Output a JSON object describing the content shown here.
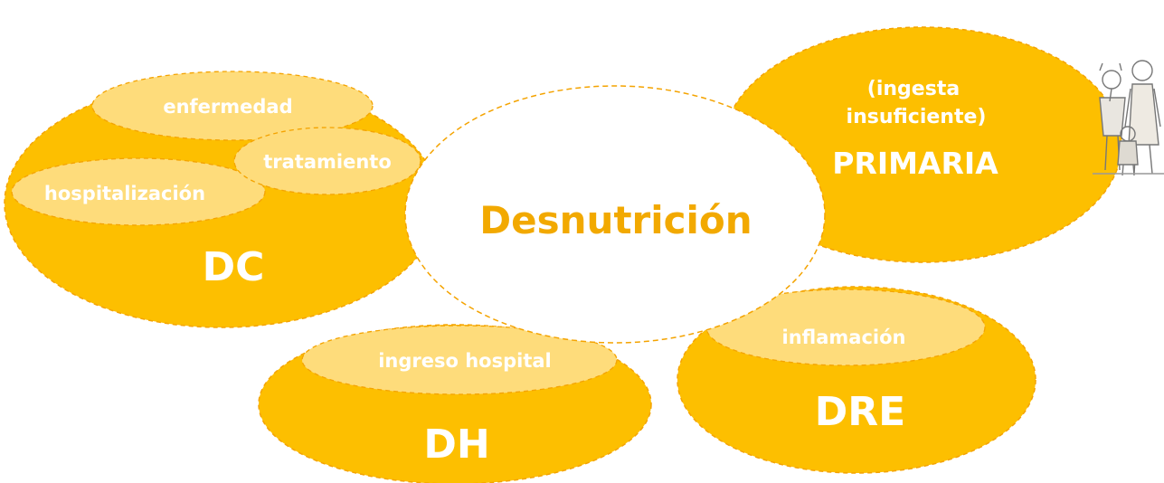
{
  "colors": {
    "main_ellipse": "#fdbf00",
    "sub_ellipse": "#fedc7b",
    "dash_stroke": "#f4a300",
    "center_text": "#f2a900",
    "center_fill": "#ffffff"
  },
  "center": {
    "label": "Desnutrición"
  },
  "dc": {
    "label": "DC",
    "causes": [
      "enfermedad",
      "tratamiento",
      "hospitalización"
    ]
  },
  "dh": {
    "label": "DH",
    "cause": "ingreso hospital"
  },
  "dre": {
    "label": "DRE",
    "cause": "inflamación"
  },
  "primaria": {
    "label": "PRIMARIA",
    "cause_line1": "(ingesta",
    "cause_line2": "insuficiente)"
  },
  "illustration": {
    "icon": "children-sketch-icon"
  }
}
